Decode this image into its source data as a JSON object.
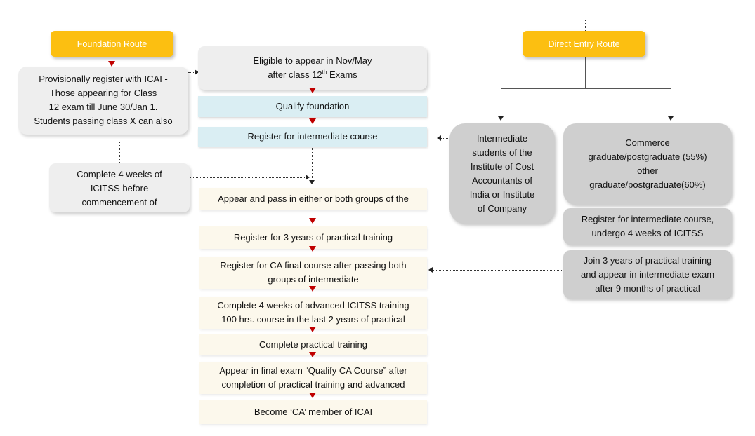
{
  "foundation_route": "Foundation Route",
  "direct_route": "Direct Entry Route",
  "provisional": [
    "Provisionally  register with ICAI -",
    "Those appearing for Class",
    "12 exam till June 30/Jan  1.",
    "Students passing class X can also"
  ],
  "eligible": {
    "line1": "Eligible  to appear in Nov/May",
    "line2_pre": "after class 12",
    "line2_sup": "th",
    "line2_post": " Exams"
  },
  "qualify_foundation": "Qualify foundation",
  "register_intermediate": "Register for intermediate  course",
  "complete_icitss": [
    "Complete 4 weeks of",
    "ICITSS before",
    "commencement of"
  ],
  "appear_pass": "Appear and pass in either or both groups  of the",
  "register_practical": "Register for 3 years of practical  training",
  "register_final": [
    "Register for CA final course after passing both",
    "groups  of intermediate"
  ],
  "advanced_icitss": [
    "Complete 4 weeks of advanced ICITSS training",
    "100 hrs. course in the last 2 years of practical"
  ],
  "complete_practical": "Complete practical  training",
  "final_exam": [
    "Appear in final exam “Qualify CA Course” after",
    "completion  of practical training and advanced"
  ],
  "become_ca": "Become ‘CA’ member of ICAI",
  "cost_accountants": [
    "Intermediate",
    "students of the",
    "Institute of Cost",
    "Accountants  of",
    "India or Institute",
    "of Company"
  ],
  "commerce": [
    "Commerce",
    "graduate/postgraduate  (55%)",
    "other",
    "graduate/postgraduate(60%)"
  ],
  "direct_register": [
    "Register for intermediate  course,",
    "undergo 4 weeks of ICITSS"
  ],
  "direct_join": [
    "Join 3 years of practical  training",
    "and appear in intermediate exam",
    "after 9 months of practical"
  ]
}
